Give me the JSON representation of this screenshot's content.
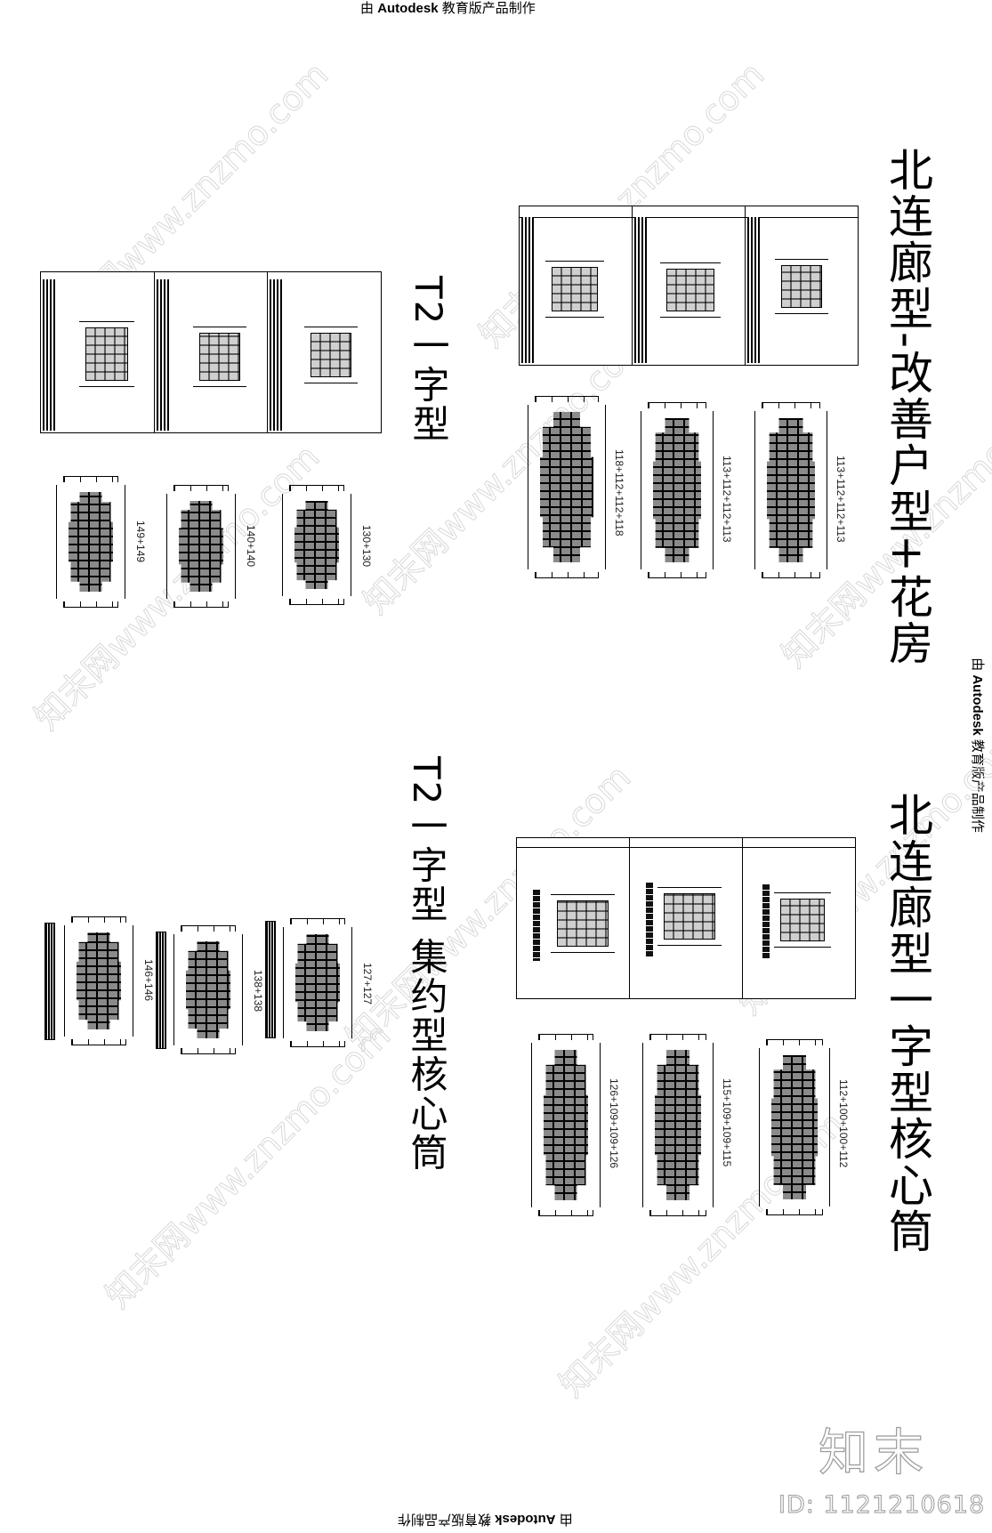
{
  "stamps": {
    "prefix": "由",
    "brand": "Autodesk",
    "suffix": "教育版产品制作"
  },
  "sections": [
    {
      "id": "north-corridor-improved",
      "title": "北连廊型-改善户型+花房",
      "unit_frames": 3,
      "building_plans": [
        {
          "label": "113+112+112+113"
        },
        {
          "label": "113+112+112+113"
        },
        {
          "label": "118+112+112+118"
        }
      ]
    },
    {
      "id": "t2-linear",
      "title": "T2一字型",
      "unit_frames": 3,
      "building_plans": [
        {
          "label": "130+130"
        },
        {
          "label": "140+140"
        },
        {
          "label": "149+149"
        }
      ]
    },
    {
      "id": "t2-linear-compact",
      "title": "T2一字型  集约型核心筒",
      "building_plans": [
        {
          "label": "127+127"
        },
        {
          "label": "138+138"
        },
        {
          "label": "146+146"
        }
      ]
    },
    {
      "id": "north-corridor-linear",
      "title": "北连廊型一字型核心筒",
      "unit_frames": 3,
      "building_plans": [
        {
          "label": "112+100+100+112"
        },
        {
          "label": "115+109+109+115"
        },
        {
          "label": "126+109+109+126"
        }
      ]
    }
  ],
  "watermark": {
    "text": "知末网www.znzmo.com",
    "brand": "知末",
    "id_label": "ID: 1121210618"
  }
}
